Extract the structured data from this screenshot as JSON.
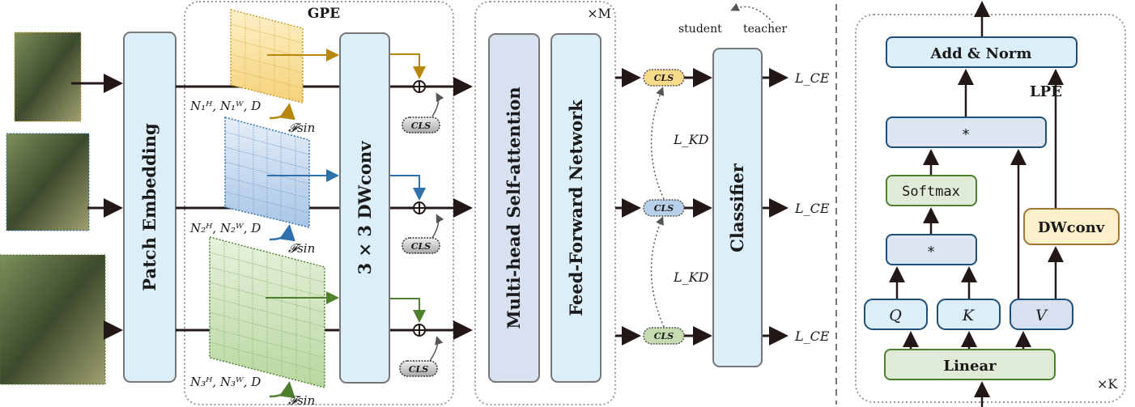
{
  "gpe": {
    "title": "GPE",
    "patch_embedding": "Patch Embedding",
    "dwconv": "3 × 3 DWconv",
    "shape_labels": [
      "N₁ᴴ, N₁ᵂ, D",
      "N₂ᴴ, N₂ᵂ, D",
      "N₃ᴴ, N₃ᵂ, D"
    ],
    "fsin": "𝓕sin",
    "cls": "CLS",
    "colors": {
      "scale1": "#b8860b",
      "scale2": "#2e6fad",
      "scale3": "#4f7f2e"
    }
  },
  "encoder": {
    "repeat": "×M",
    "mhsa": "Multi-head Self-attention",
    "ffn": "Feed-Forward Network"
  },
  "head": {
    "cls": "CLS",
    "classifier": "Classifier",
    "loss_ce": "L_CE",
    "loss_kd": "L_KD",
    "student": "student",
    "teacher": "teacher"
  },
  "lpe": {
    "title": "LPE",
    "repeat": "×K",
    "add_norm": "Add & Norm",
    "matmul": "*",
    "softmax": "Softmax",
    "q": "Q",
    "k": "K",
    "v": "V",
    "dwconv": "DWconv",
    "linear": "Linear"
  }
}
